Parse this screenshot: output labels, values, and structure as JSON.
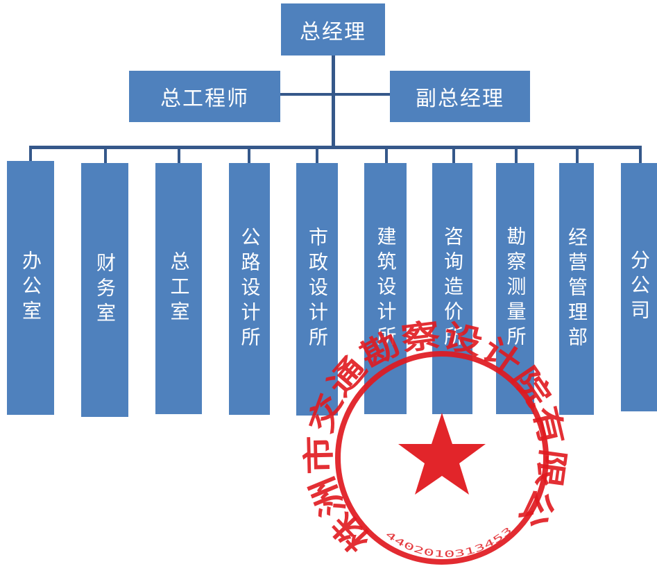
{
  "org_chart": {
    "ceo": "总经理",
    "chief_engineer": "总工程师",
    "deputy_gm": "副总经理",
    "departments": [
      "办公室",
      "财务室",
      "总工室",
      "公路设计所",
      "市政设计所",
      "建筑设计所",
      "咨询造价所",
      "勘察测量所",
      "经营管理部",
      "分公司"
    ]
  },
  "seal": {
    "arc_text": "株洲市交通勘察设计院有限公司",
    "code": "4402010313453"
  },
  "colors": {
    "box": "#4f81bd",
    "connector": "#35588a",
    "seal": "#e0191f"
  }
}
